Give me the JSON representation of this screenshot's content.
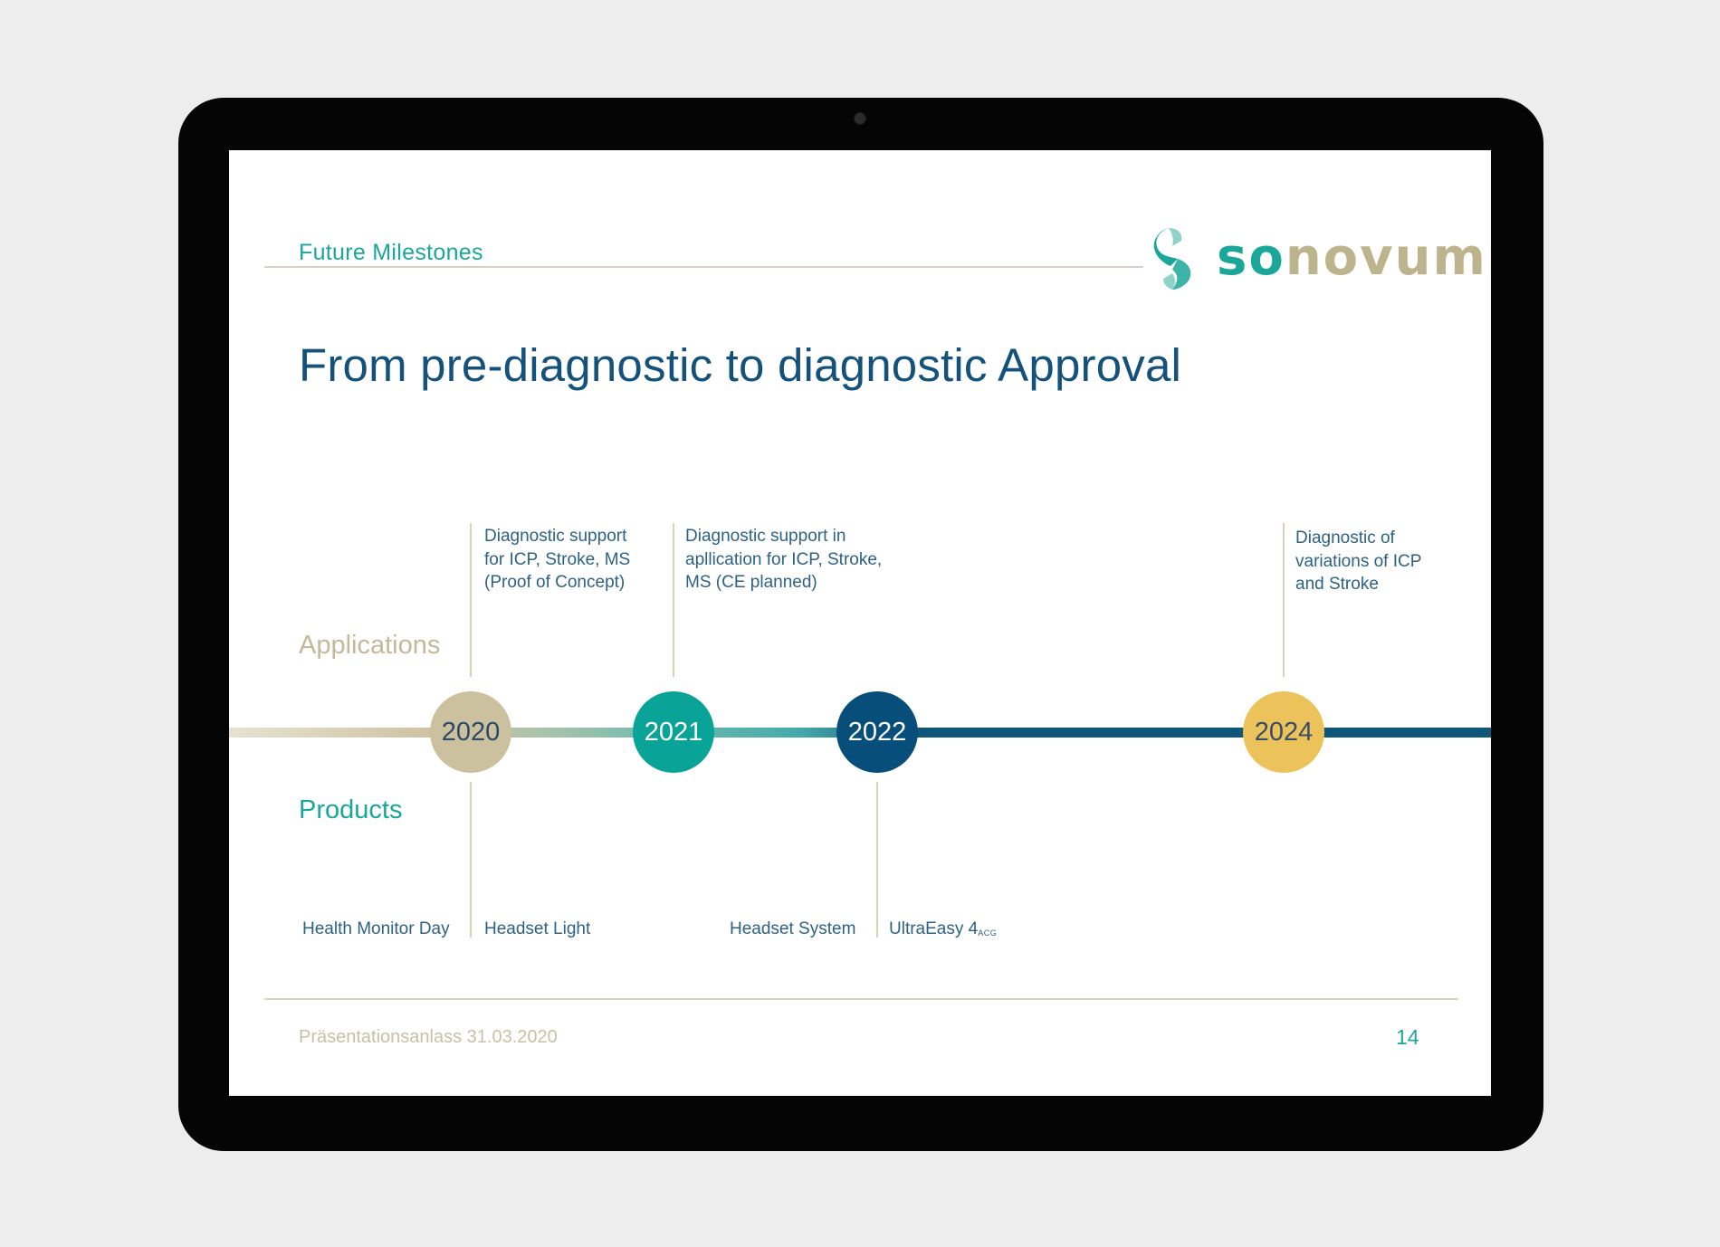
{
  "slide": {
    "section_title": "Future Milestones",
    "headline": "From pre-diagnostic to diagnostic Approval",
    "logo": {
      "so": "so",
      "novum": "novum",
      "icon": "sonovum-s-icon"
    },
    "row_labels": {
      "applications": "Applications",
      "products": "Products"
    },
    "milestones": [
      {
        "year": "2020",
        "color": "#cbc19f"
      },
      {
        "year": "2021",
        "color": "#0aa397"
      },
      {
        "year": "2022",
        "color": "#074f7a"
      },
      {
        "year": "2024",
        "color": "#ebc35a"
      }
    ],
    "applications": [
      {
        "year": "2020",
        "lines": [
          "Diagnostic support",
          "for ICP, Stroke, MS",
          "(Proof of Concept)"
        ]
      },
      {
        "year": "2021",
        "lines": [
          "Diagnostic support in",
          "apllication for ICP, Stroke,",
          "MS (CE planned)"
        ]
      },
      {
        "year": "2024",
        "lines": [
          "Diagnostic of",
          "variations of ICP",
          "and Stroke"
        ]
      }
    ],
    "products": {
      "p2020_left": "Health Monitor Day",
      "p2020_right": "Headset Light",
      "p2022_left": "Headset System",
      "p2022_right_main": "UltraEasy 4",
      "p2022_right_sub": "ACG"
    },
    "footer": {
      "text": "Präsentationsanlass 31.03.2020",
      "page_number": "14"
    }
  },
  "colors": {
    "teal": "#1aa79a",
    "navy": "#15527b",
    "beige": "#c3b99a",
    "yellow": "#ebc35a"
  }
}
